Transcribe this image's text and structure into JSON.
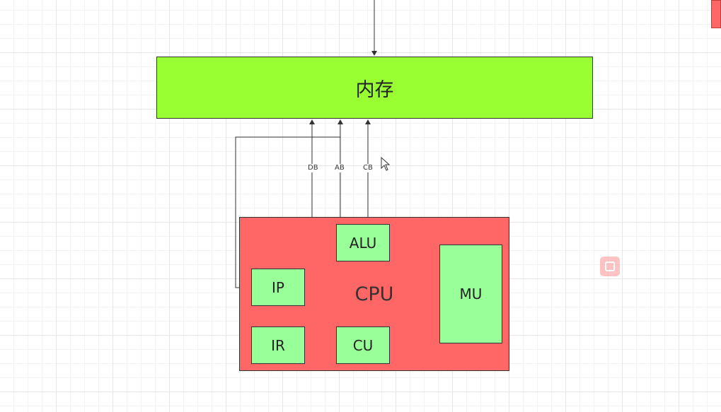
{
  "diagram": {
    "memory": {
      "label": "内存"
    },
    "cpu": {
      "label": "CPU",
      "units": {
        "alu": "ALU",
        "ip": "IP",
        "ir": "IR",
        "cu": "CU",
        "mu": "MU"
      }
    },
    "buses": {
      "db": "DB",
      "ab": "AB",
      "cb": "CB"
    }
  },
  "colors": {
    "memory_fill": "#99ff33",
    "cpu_fill": "#ff6666",
    "unit_fill": "#99ff99",
    "wire": "#333333",
    "corner_fill": "#ff6666",
    "icon_fill": "#ff7b7b"
  }
}
